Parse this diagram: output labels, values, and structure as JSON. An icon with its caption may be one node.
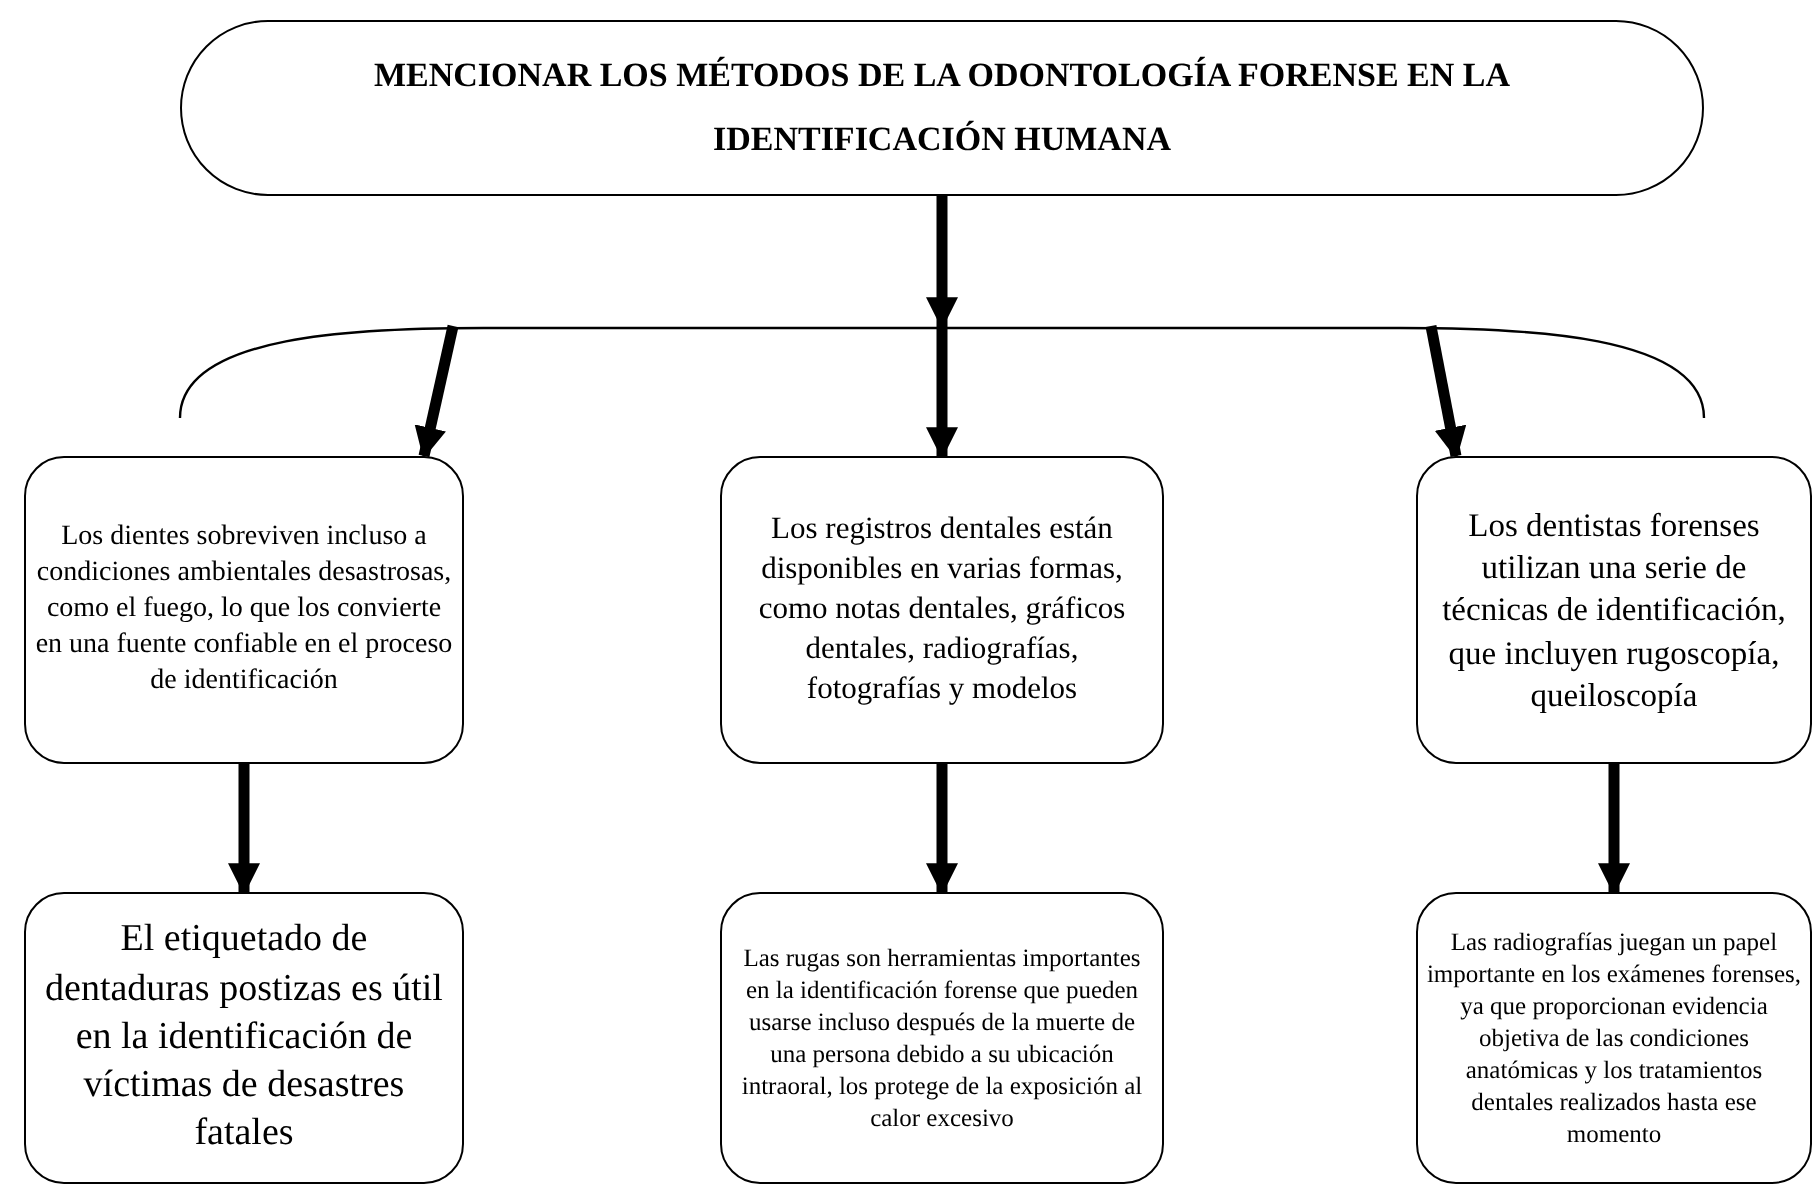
{
  "diagram": {
    "nodes": [
      {
        "text": [
          "MENCIONAR LOS MÉTODOS DE LA ODONTOLOGÍA FORENSE EN LA IDENTIFICACIÓN HUMANA"
        ]
      },
      {
        "text": [],
        "shape": "arc"
      },
      {
        "text": [
          "Los dientes sobreviven incluso a condiciones ambientales desastrosas, como el fuego, lo que los convierte en una fuente confiable en el proceso de identificación"
        ]
      },
      {
        "text": [
          "Los registros dentales están disponibles en varias formas, como notas dentales, gráficos dentales, radiografías, fotografías y modelos"
        ]
      },
      {
        "text": [
          "Los dentistas forenses utilizan una serie de técnicas de identificación, que incluyen rugoscopía, queiloscopía"
        ]
      },
      {
        "text": [
          "El etiquetado de dentaduras postizas es útil en la identificación de víctimas de desastres fatales"
        ]
      },
      {
        "text": [
          "Las rugas son herramientas importantes en la identificación forense que pueden usarse incluso después de la muerte de una persona debido a su ubicación intraoral, los protege de la exposición al calor excesivo"
        ]
      },
      {
        "text": [
          "Las radiografías juegan un papel importante en los exámenes forenses, ya que proporcionan evidencia objetiva de las condiciones anatómicas y los tratamientos dentales realizados hasta ese momento"
        ]
      }
    ],
    "edges": [
      {
        "from": 0,
        "to": 1,
        "arrow": "to"
      },
      {
        "from": 1,
        "to": 2,
        "arrow": "to"
      },
      {
        "from": 1,
        "to": 3,
        "arrow": "to"
      },
      {
        "from": 1,
        "to": 4,
        "arrow": "to"
      },
      {
        "from": 2,
        "to": 5,
        "arrow": "to"
      },
      {
        "from": 3,
        "to": 6,
        "arrow": "to"
      },
      {
        "from": 4,
        "to": 7,
        "arrow": "to"
      }
    ]
  }
}
